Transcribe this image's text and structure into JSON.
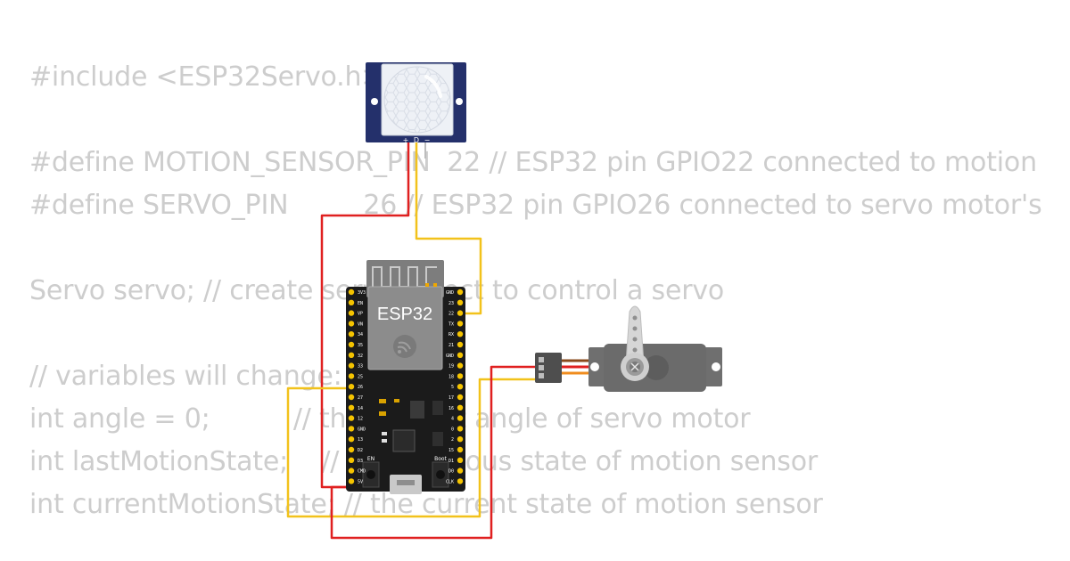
{
  "code": {
    "lines": [
      "#include <ESP32Servo.h>",
      "#define MOTION_SENSOR_PIN  22 // ESP32 pin GPIO22 connected to motion",
      "#define SERVO_PIN         26 // ESP32 pin GPIO26 connected to servo motor's",
      "Servo servo; // create servo object to control a servo",
      "// variables will change:",
      "int angle = 0;          // the current angle of servo motor",
      "int lastMotionState;    // the previous state of motion sensor",
      "int currentMotionState; // the current state of motion sensor"
    ]
  },
  "sensor": {
    "pin_labels": [
      "+",
      "D",
      "−"
    ]
  },
  "esp32": {
    "label": "ESP32",
    "left_pins": [
      "3V3",
      "EN",
      "VP",
      "VN",
      "34",
      "35",
      "32",
      "33",
      "25",
      "26",
      "27",
      "14",
      "12",
      "GND",
      "13",
      "D2",
      "D3",
      "CMD",
      "5V"
    ],
    "right_pins": [
      "GND",
      "23",
      "22",
      "TX",
      "RX",
      "21",
      "GND",
      "19",
      "18",
      "5",
      "17",
      "16",
      "4",
      "0",
      "2",
      "15",
      "D1",
      "D0",
      "CLK"
    ],
    "en_label": "EN",
    "boot_label": "Boot"
  },
  "colors": {
    "wire_red": "#e02020",
    "wire_yellow": "#f2c21b",
    "wire_orange": "#f08c1e",
    "wire_brown": "#8a4a1c",
    "board": "#1b1b1b",
    "pin": "#f5c400",
    "sensor_frame": "#24306b",
    "servo_body": "#6b6b6b"
  }
}
